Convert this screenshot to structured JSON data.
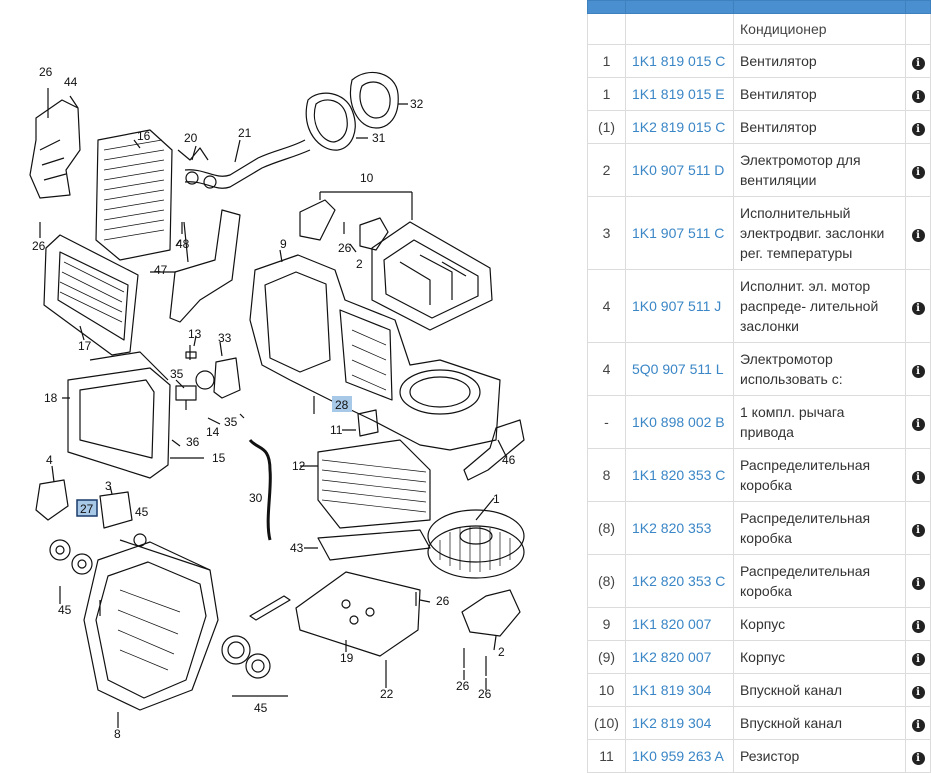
{
  "diagram": {
    "callouts": [
      {
        "id": "c26a",
        "text": "26"
      },
      {
        "id": "c44",
        "text": "44"
      },
      {
        "id": "c16",
        "text": "16"
      },
      {
        "id": "c20",
        "text": "20"
      },
      {
        "id": "c21",
        "text": "21"
      },
      {
        "id": "c32",
        "text": "32"
      },
      {
        "id": "c31",
        "text": "31"
      },
      {
        "id": "c10",
        "text": "10"
      },
      {
        "id": "c26b",
        "text": "26"
      },
      {
        "id": "c48",
        "text": "48"
      },
      {
        "id": "c9",
        "text": "9"
      },
      {
        "id": "c26c",
        "text": "26"
      },
      {
        "id": "c2a",
        "text": "2"
      },
      {
        "id": "c47",
        "text": "47"
      },
      {
        "id": "c17",
        "text": "17"
      },
      {
        "id": "c13",
        "text": "13"
      },
      {
        "id": "c33",
        "text": "33"
      },
      {
        "id": "c18",
        "text": "18"
      },
      {
        "id": "c35a",
        "text": "35"
      },
      {
        "id": "c14",
        "text": "14"
      },
      {
        "id": "c35b",
        "text": "35"
      },
      {
        "id": "c36",
        "text": "36"
      },
      {
        "id": "c15",
        "text": "15"
      },
      {
        "id": "c11",
        "text": "11"
      },
      {
        "id": "c46",
        "text": "46"
      },
      {
        "id": "c4",
        "text": "4"
      },
      {
        "id": "c3",
        "text": "3"
      },
      {
        "id": "c45a",
        "text": "45"
      },
      {
        "id": "c30",
        "text": "30"
      },
      {
        "id": "c12",
        "text": "12"
      },
      {
        "id": "c1",
        "text": "1"
      },
      {
        "id": "c43",
        "text": "43"
      },
      {
        "id": "c45b",
        "text": "45"
      },
      {
        "id": "c26d",
        "text": "26"
      },
      {
        "id": "c19",
        "text": "19"
      },
      {
        "id": "c2b",
        "text": "2"
      },
      {
        "id": "c22",
        "text": "22"
      },
      {
        "id": "c26e",
        "text": "26"
      },
      {
        "id": "c26f",
        "text": "26"
      },
      {
        "id": "c45c",
        "text": "45"
      },
      {
        "id": "c8",
        "text": "8"
      }
    ],
    "highlighted": [
      {
        "id": "h28",
        "text": "28"
      },
      {
        "id": "h27",
        "text": "27"
      }
    ]
  },
  "table": {
    "header_title": "Кондиционер",
    "rows": [
      {
        "pos": "1",
        "number": "1K1 819 015 C",
        "name": "Вентилятор"
      },
      {
        "pos": "1",
        "number": "1K1 819 015 E",
        "name": "Вентилятор"
      },
      {
        "pos": "(1)",
        "number": "1K2 819 015 C",
        "name": "Вентилятор"
      },
      {
        "pos": "2",
        "number": "1K0 907 511 D",
        "name": "Электромотор для вентиляции"
      },
      {
        "pos": "3",
        "number": "1K1 907 511 C",
        "name": "Исполнительный электродвиг. заслонки рег. температуры"
      },
      {
        "pos": "4",
        "number": "1K0 907 511 J",
        "name": "Исполнит. эл. мотор распреде- лительной заслонки"
      },
      {
        "pos": "4",
        "number": "5Q0 907 511 L",
        "name": "Электромотор использовать с:"
      },
      {
        "pos": "-",
        "number": "1K0 898 002 B",
        "name": "1 компл. рычага привода"
      },
      {
        "pos": "8",
        "number": "1K1 820 353 C",
        "name": "Распределительная коробка"
      },
      {
        "pos": "(8)",
        "number": "1K2 820 353",
        "name": "Распределительная коробка"
      },
      {
        "pos": "(8)",
        "number": "1K2 820 353 C",
        "name": "Распределительная коробка"
      },
      {
        "pos": "9",
        "number": "1K1 820 007",
        "name": "Корпус"
      },
      {
        "pos": "(9)",
        "number": "1K2 820 007",
        "name": "Корпус"
      },
      {
        "pos": "10",
        "number": "1K1 819 304",
        "name": "Впускной канал"
      },
      {
        "pos": "(10)",
        "number": "1K2 819 304",
        "name": "Впускной канал"
      },
      {
        "pos": "11",
        "number": "1K0 959 263 A",
        "name": "Резистор"
      }
    ],
    "info_icon": "info-circle-icon",
    "colors": {
      "band": "#4a90d0",
      "link": "#3a86c6",
      "highlight": "#a8c8e8"
    }
  }
}
